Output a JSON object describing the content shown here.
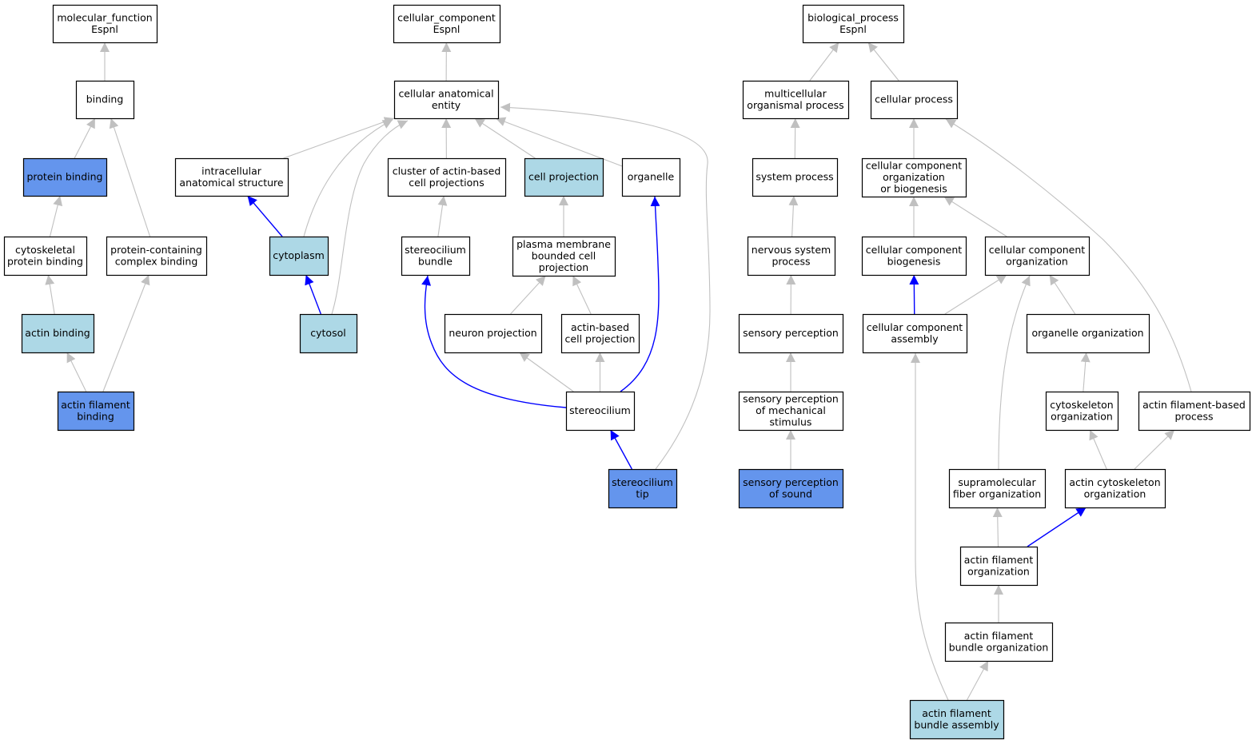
{
  "colors": {
    "background": "#ffffff",
    "box_stroke": "#000000",
    "edge_default": "#c0c0c0",
    "edge_highlight": "#0000ff",
    "fill_white": "#ffffff",
    "fill_lightblue": "#add8e6",
    "fill_blue": "#6495ed"
  },
  "nodes": [
    {
      "id": "mf_root",
      "lines": [
        "molecular_function",
        "Espnl"
      ],
      "fill": "white"
    },
    {
      "id": "binding",
      "lines": [
        "binding"
      ],
      "fill": "white"
    },
    {
      "id": "protein_binding",
      "lines": [
        "protein binding"
      ],
      "fill": "blue"
    },
    {
      "id": "cytoskeletal_protein_binding",
      "lines": [
        "cytoskeletal",
        "protein binding"
      ],
      "fill": "white"
    },
    {
      "id": "protein_containing_complex_binding",
      "lines": [
        "protein-containing",
        "complex binding"
      ],
      "fill": "white"
    },
    {
      "id": "actin_binding",
      "lines": [
        "actin binding"
      ],
      "fill": "lightblue"
    },
    {
      "id": "actin_filament_binding",
      "lines": [
        "actin filament",
        "binding"
      ],
      "fill": "blue"
    },
    {
      "id": "cc_root",
      "lines": [
        "cellular_component",
        "Espnl"
      ],
      "fill": "white"
    },
    {
      "id": "cellular_anatomical_entity",
      "lines": [
        "cellular anatomical",
        "entity"
      ],
      "fill": "white"
    },
    {
      "id": "intracellular_anatomical_structure",
      "lines": [
        "intracellular",
        "anatomical structure"
      ],
      "fill": "white"
    },
    {
      "id": "cluster_of_actin_based",
      "lines": [
        "cluster of actin-based",
        "cell projections"
      ],
      "fill": "white"
    },
    {
      "id": "cell_projection",
      "lines": [
        "cell projection"
      ],
      "fill": "lightblue"
    },
    {
      "id": "organelle",
      "lines": [
        "organelle"
      ],
      "fill": "white"
    },
    {
      "id": "cytoplasm",
      "lines": [
        "cytoplasm"
      ],
      "fill": "lightblue"
    },
    {
      "id": "cytosol",
      "lines": [
        "cytosol"
      ],
      "fill": "lightblue"
    },
    {
      "id": "stereocilium_bundle",
      "lines": [
        "stereocilium",
        "bundle"
      ],
      "fill": "white"
    },
    {
      "id": "plasma_membrane_bounded",
      "lines": [
        "plasma membrane",
        "bounded cell",
        "projection"
      ],
      "fill": "white"
    },
    {
      "id": "neuron_projection",
      "lines": [
        "neuron projection"
      ],
      "fill": "white"
    },
    {
      "id": "actin_based_cell_projection",
      "lines": [
        "actin-based",
        "cell projection"
      ],
      "fill": "white"
    },
    {
      "id": "stereocilium",
      "lines": [
        "stereocilium"
      ],
      "fill": "white"
    },
    {
      "id": "stereocilium_tip",
      "lines": [
        "stereocilium",
        "tip"
      ],
      "fill": "blue"
    },
    {
      "id": "bp_root",
      "lines": [
        "biological_process",
        "Espnl"
      ],
      "fill": "white"
    },
    {
      "id": "multicellular_organismal_process",
      "lines": [
        "multicellular",
        "organismal process"
      ],
      "fill": "white"
    },
    {
      "id": "cellular_process",
      "lines": [
        "cellular process"
      ],
      "fill": "white"
    },
    {
      "id": "system_process",
      "lines": [
        "system process"
      ],
      "fill": "white"
    },
    {
      "id": "ccob",
      "lines": [
        "cellular component",
        "organization",
        "or biogenesis"
      ],
      "fill": "white"
    },
    {
      "id": "nervous_system_process",
      "lines": [
        "nervous system",
        "process"
      ],
      "fill": "white"
    },
    {
      "id": "cc_biogenesis",
      "lines": [
        "cellular component",
        "biogenesis"
      ],
      "fill": "white"
    },
    {
      "id": "cc_organization",
      "lines": [
        "cellular component",
        "organization"
      ],
      "fill": "white"
    },
    {
      "id": "sensory_perception",
      "lines": [
        "sensory perception"
      ],
      "fill": "white"
    },
    {
      "id": "cc_assembly",
      "lines": [
        "cellular component",
        "assembly"
      ],
      "fill": "white"
    },
    {
      "id": "organelle_organization",
      "lines": [
        "organelle organization"
      ],
      "fill": "white"
    },
    {
      "id": "sp_mechanical",
      "lines": [
        "sensory perception",
        "of mechanical",
        "stimulus"
      ],
      "fill": "white"
    },
    {
      "id": "cytoskeleton_organization",
      "lines": [
        "cytoskeleton",
        "organization"
      ],
      "fill": "white"
    },
    {
      "id": "actin_filament_based_process",
      "lines": [
        "actin filament-based",
        "process"
      ],
      "fill": "white"
    },
    {
      "id": "sp_sound",
      "lines": [
        "sensory perception",
        "of sound"
      ],
      "fill": "blue"
    },
    {
      "id": "supramolecular_fiber_org",
      "lines": [
        "supramolecular",
        "fiber organization"
      ],
      "fill": "white"
    },
    {
      "id": "actin_cytoskeleton_org",
      "lines": [
        "actin cytoskeleton",
        "organization"
      ],
      "fill": "white"
    },
    {
      "id": "actin_filament_org",
      "lines": [
        "actin filament",
        "organization"
      ],
      "fill": "white"
    },
    {
      "id": "actin_filament_bundle_org",
      "lines": [
        "actin filament",
        "bundle organization"
      ],
      "fill": "white"
    },
    {
      "id": "actin_filament_bundle_assembly",
      "lines": [
        "actin filament",
        "bundle assembly"
      ],
      "fill": "lightblue"
    }
  ],
  "edges": [
    {
      "from": "binding",
      "to": "mf_root",
      "highlight": false
    },
    {
      "from": "protein_binding",
      "to": "binding",
      "highlight": false
    },
    {
      "from": "protein_containing_complex_binding",
      "to": "binding",
      "highlight": false
    },
    {
      "from": "cytoskeletal_protein_binding",
      "to": "protein_binding",
      "highlight": false
    },
    {
      "from": "actin_binding",
      "to": "cytoskeletal_protein_binding",
      "highlight": false
    },
    {
      "from": "actin_filament_binding",
      "to": "actin_binding",
      "highlight": false
    },
    {
      "from": "actin_filament_binding",
      "to": "protein_containing_complex_binding",
      "highlight": false
    },
    {
      "from": "cellular_anatomical_entity",
      "to": "cc_root",
      "highlight": false
    },
    {
      "from": "intracellular_anatomical_structure",
      "to": "cellular_anatomical_entity",
      "highlight": false
    },
    {
      "from": "cytoplasm",
      "to": "cellular_anatomical_entity",
      "highlight": false
    },
    {
      "from": "cytosol",
      "to": "cellular_anatomical_entity",
      "highlight": false
    },
    {
      "from": "cluster_of_actin_based",
      "to": "cellular_anatomical_entity",
      "highlight": false
    },
    {
      "from": "cell_projection",
      "to": "cellular_anatomical_entity",
      "highlight": false
    },
    {
      "from": "organelle",
      "to": "cellular_anatomical_entity",
      "highlight": false
    },
    {
      "from": "stereocilium_tip",
      "to": "cellular_anatomical_entity",
      "highlight": false
    },
    {
      "from": "cytoplasm",
      "to": "intracellular_anatomical_structure",
      "highlight": true
    },
    {
      "from": "cytosol",
      "to": "cytoplasm",
      "highlight": true
    },
    {
      "from": "stereocilium_bundle",
      "to": "cluster_of_actin_based",
      "highlight": false
    },
    {
      "from": "plasma_membrane_bounded",
      "to": "cell_projection",
      "highlight": false
    },
    {
      "from": "neuron_projection",
      "to": "plasma_membrane_bounded",
      "highlight": false
    },
    {
      "from": "actin_based_cell_projection",
      "to": "plasma_membrane_bounded",
      "highlight": false
    },
    {
      "from": "stereocilium",
      "to": "neuron_projection",
      "highlight": false
    },
    {
      "from": "stereocilium",
      "to": "actin_based_cell_projection",
      "highlight": false
    },
    {
      "from": "stereocilium",
      "to": "stereocilium_bundle",
      "highlight": true
    },
    {
      "from": "stereocilium",
      "to": "organelle",
      "highlight": true
    },
    {
      "from": "stereocilium_tip",
      "to": "stereocilium",
      "highlight": true
    },
    {
      "from": "multicellular_organismal_process",
      "to": "bp_root",
      "highlight": false
    },
    {
      "from": "cellular_process",
      "to": "bp_root",
      "highlight": false
    },
    {
      "from": "system_process",
      "to": "multicellular_organismal_process",
      "highlight": false
    },
    {
      "from": "nervous_system_process",
      "to": "system_process",
      "highlight": false
    },
    {
      "from": "sensory_perception",
      "to": "nervous_system_process",
      "highlight": false
    },
    {
      "from": "sp_mechanical",
      "to": "sensory_perception",
      "highlight": false
    },
    {
      "from": "sp_sound",
      "to": "sp_mechanical",
      "highlight": false
    },
    {
      "from": "ccob",
      "to": "cellular_process",
      "highlight": false
    },
    {
      "from": "actin_filament_based_process",
      "to": "cellular_process",
      "highlight": false
    },
    {
      "from": "cc_biogenesis",
      "to": "ccob",
      "highlight": false
    },
    {
      "from": "cc_organization",
      "to": "ccob",
      "highlight": false
    },
    {
      "from": "cc_assembly",
      "to": "cc_biogenesis",
      "highlight": true
    },
    {
      "from": "cc_assembly",
      "to": "cc_organization",
      "highlight": false
    },
    {
      "from": "organelle_organization",
      "to": "cc_organization",
      "highlight": false
    },
    {
      "from": "supramolecular_fiber_org",
      "to": "cc_organization",
      "highlight": false
    },
    {
      "from": "cytoskeleton_organization",
      "to": "organelle_organization",
      "highlight": false
    },
    {
      "from": "actin_cytoskeleton_org",
      "to": "cytoskeleton_organization",
      "highlight": false
    },
    {
      "from": "actin_cytoskeleton_org",
      "to": "actin_filament_based_process",
      "highlight": false
    },
    {
      "from": "actin_filament_org",
      "to": "supramolecular_fiber_org",
      "highlight": false
    },
    {
      "from": "actin_filament_org",
      "to": "actin_cytoskeleton_org",
      "highlight": true
    },
    {
      "from": "actin_filament_bundle_org",
      "to": "actin_filament_org",
      "highlight": false
    },
    {
      "from": "actin_filament_bundle_assembly",
      "to": "actin_filament_bundle_org",
      "highlight": false
    },
    {
      "from": "actin_filament_bundle_assembly",
      "to": "cc_assembly",
      "highlight": false
    }
  ]
}
